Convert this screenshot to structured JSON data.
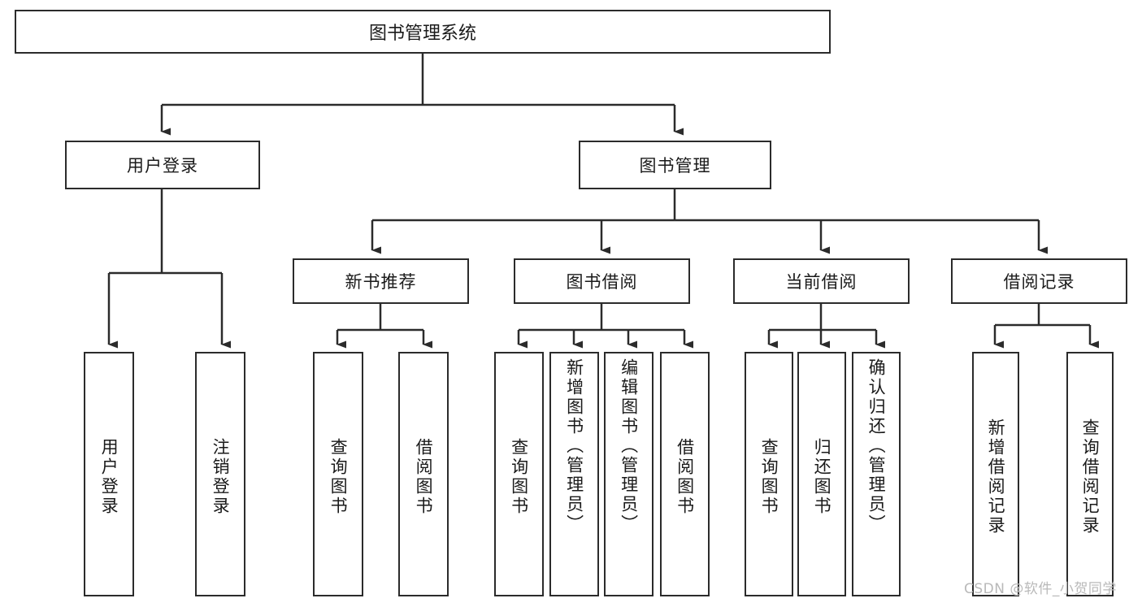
{
  "diagram": {
    "title": "图书管理系统",
    "type": "tree-hierarchy-chart",
    "levels": {
      "root": {
        "label": "图书管理系统"
      },
      "level1": [
        {
          "label": "用户登录"
        },
        {
          "label": "图书管理"
        }
      ],
      "level2": [
        {
          "label": "新书推荐"
        },
        {
          "label": "图书借阅"
        },
        {
          "label": "当前借阅"
        },
        {
          "label": "借阅记录"
        }
      ],
      "leaves": {
        "user_login": [
          {
            "label": "用户登录"
          },
          {
            "label": "注销登录"
          }
        ],
        "new_book_recommend": [
          {
            "label": "查询图书"
          },
          {
            "label": "借阅图书"
          }
        ],
        "book_borrow": [
          {
            "label": "查询图书"
          },
          {
            "label": "新增图书（管理员）"
          },
          {
            "label": "编辑图书（管理员）"
          },
          {
            "label": "借阅图书"
          }
        ],
        "current_borrow": [
          {
            "label": "查询图书"
          },
          {
            "label": "归还图书"
          },
          {
            "label": "确认归还（管理员）"
          }
        ],
        "borrow_record": [
          {
            "label": "新增借阅记录"
          },
          {
            "label": "查询借阅记录"
          }
        ]
      }
    }
  },
  "watermark": {
    "text": "CSDN @软件_小贺同学"
  },
  "colors": {
    "stroke": "#2b2b2b",
    "background": "#ffffff",
    "text": "#1a1a1a",
    "watermark": "#b9b9b9"
  }
}
